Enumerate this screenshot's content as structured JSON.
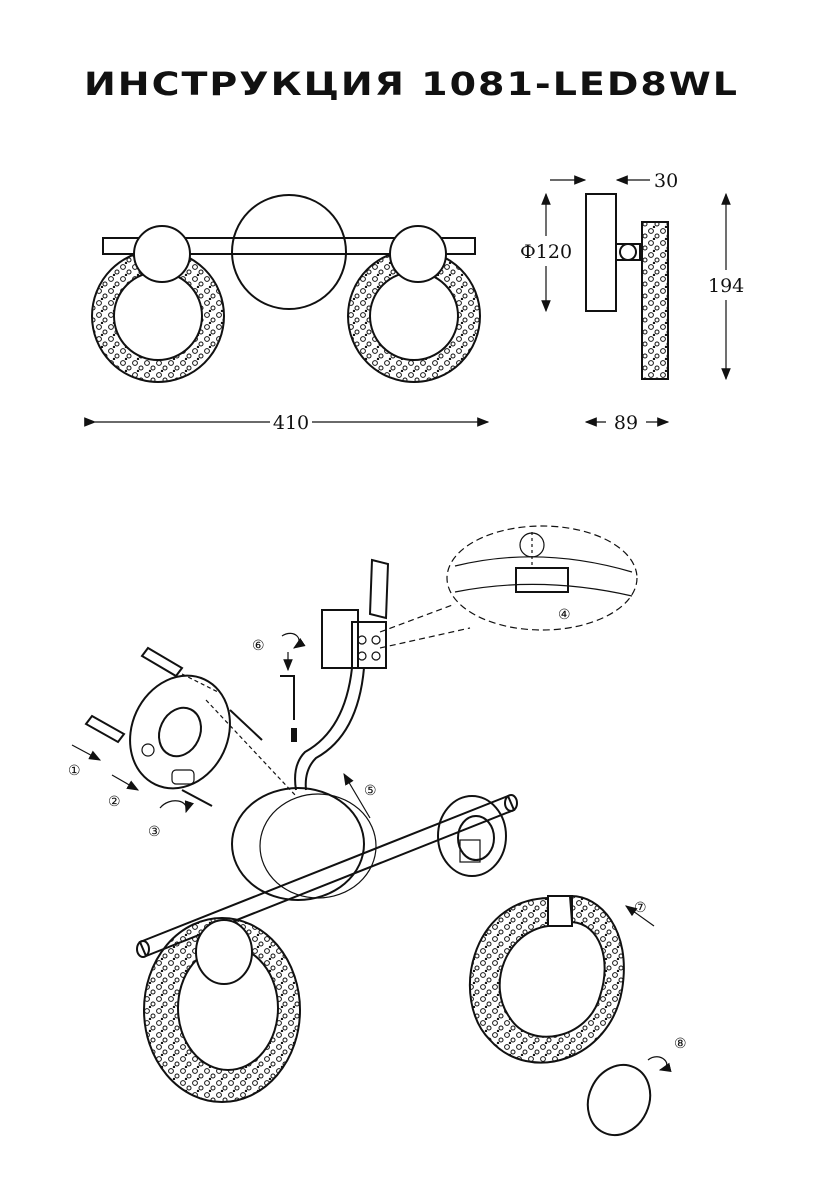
{
  "title": "ИНСТРУКЦИЯ 1081-LED8WL",
  "dimensions": {
    "width": "410",
    "depth_top": "30",
    "diameter": "Ф120",
    "height": "194",
    "depth_bottom": "89"
  },
  "steps": [
    "①",
    "②",
    "③",
    "④",
    "⑤",
    "⑥",
    "⑦",
    "⑧"
  ]
}
